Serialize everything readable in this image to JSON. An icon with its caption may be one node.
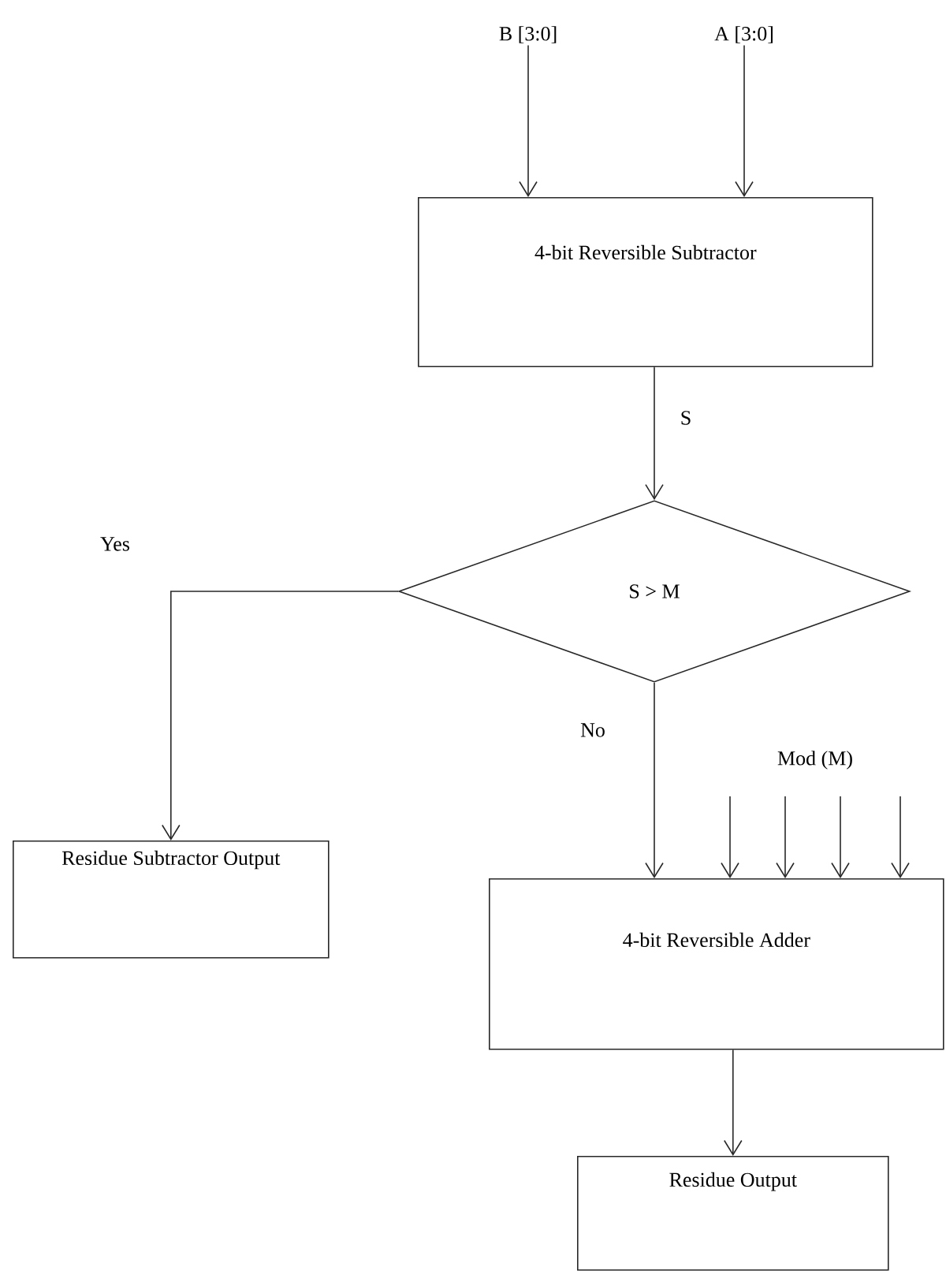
{
  "diagram": {
    "nodes": [
      {
        "text": [
          "B [3:0]"
        ]
      },
      {
        "text": [
          "A [3:0]"
        ]
      },
      {
        "text": [
          "4-bit Reversible Subtractor"
        ]
      },
      {
        "text": [
          "S > M"
        ]
      },
      {
        "text": [
          "Residue Subtractor Output"
        ]
      },
      {
        "text": [
          "4-bit Reversible Adder"
        ]
      },
      {
        "text": [
          "Residue Output"
        ]
      }
    ],
    "edges": [
      {
        "from": 0,
        "to": 2,
        "arrow": "to"
      },
      {
        "from": 1,
        "to": 2,
        "arrow": "to"
      },
      {
        "from": 2,
        "to": 3,
        "arrow": "to",
        "label": "S"
      },
      {
        "from": 3,
        "to": 4,
        "arrow": "to",
        "label": "Yes"
      },
      {
        "from": 3,
        "to": 5,
        "arrow": "to",
        "label": "No"
      },
      {
        "from": null,
        "to": 5,
        "arrow": "to"
      },
      {
        "from": null,
        "to": 5,
        "arrow": "to"
      },
      {
        "from": null,
        "to": 5,
        "arrow": "to"
      },
      {
        "from": null,
        "to": 5,
        "arrow": "to"
      },
      {
        "from": 5,
        "to": 6,
        "arrow": "to"
      }
    ],
    "labels": [
      "Mod (M)"
    ]
  }
}
